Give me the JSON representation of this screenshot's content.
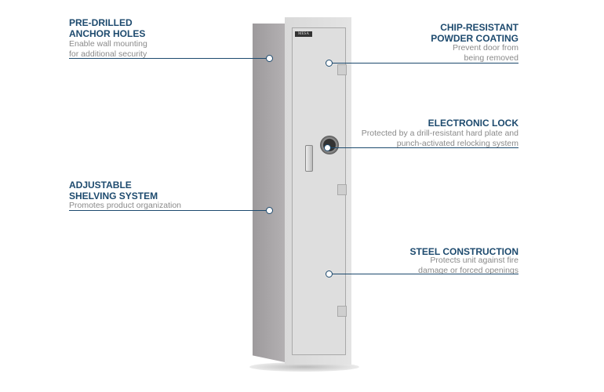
{
  "brand_plate": "MESA",
  "callouts": [
    {
      "title_lines": [
        "PRE-DRILLED",
        "ANCHOR HOLES"
      ],
      "desc_lines": [
        "Enable wall mounting",
        "for additional security"
      ]
    },
    {
      "title_lines": [
        "CHIP-RESISTANT",
        "POWDER COATING"
      ],
      "desc_lines": [
        "Prevent door from",
        "being removed"
      ]
    },
    {
      "title_lines": [
        "ELECTRONIC LOCK"
      ],
      "desc_lines": [
        "Protected by a drill-resistant hard plate and",
        "punch-activated relocking system"
      ]
    },
    {
      "title_lines": [
        "ADJUSTABLE",
        "SHELVING SYSTEM"
      ],
      "desc_lines": [
        "Promotes product organization"
      ]
    },
    {
      "title_lines": [
        "STEEL CONSTRUCTION"
      ],
      "desc_lines": [
        "Protects unit against fire",
        "damage or forced openings"
      ]
    }
  ],
  "colors": {
    "accent": "#1d4a6e",
    "desc": "#8a8a8a"
  }
}
